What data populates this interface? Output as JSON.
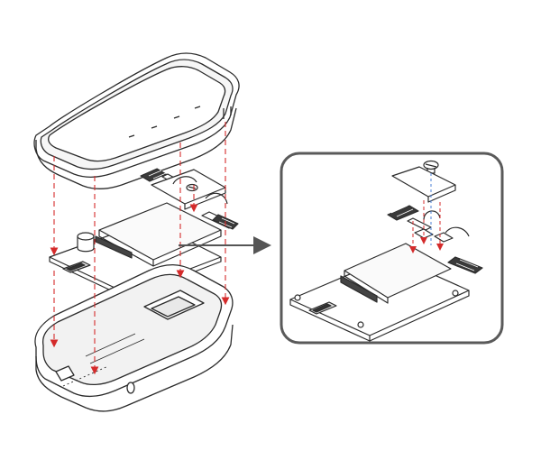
{
  "figure": {
    "type": "exploded-assembly-line-drawing",
    "parts": {
      "top_cover": {
        "icon": "top-cover-shell",
        "indicator_dots": 4
      },
      "pcb": {
        "icon": "circuit-board-with-usb-c"
      },
      "module": {
        "icon": "m2-card-module"
      },
      "antenna_connectors": {
        "icon": "sma-connector",
        "count": 2
      },
      "bottom_housing": {
        "icon": "bottom-housing-shell"
      },
      "screw": {
        "icon": "screw-icon"
      },
      "bracket": {
        "icon": "retaining-bracket"
      }
    },
    "detail_view": {
      "icon": "magnified-detail-panel",
      "shape": "rounded-rectangle"
    },
    "callout_arrow": {
      "icon": "arrow-right-icon"
    },
    "colors": {
      "line": "#2b2b2b",
      "guide": "#d42b2b",
      "detail_frame": "#5a5a5a",
      "arrow": "#555555",
      "fill": "#ffffff",
      "shade": "#e9e9e9"
    }
  }
}
